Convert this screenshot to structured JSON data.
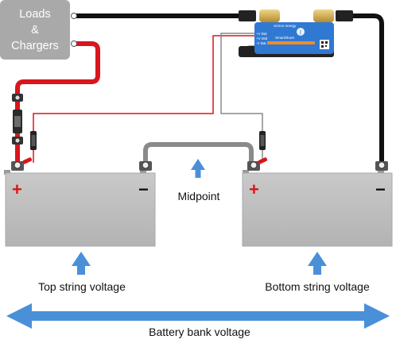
{
  "loads_box": {
    "line1": "Loads",
    "line2": "&",
    "line3": "Chargers"
  },
  "shunt": {
    "brand": "victron energy",
    "name": "SmartShunt",
    "pin1": "+V Bat",
    "pin2": "+V Mid",
    "pin3": "-V Bat"
  },
  "batteries": [
    {
      "plus": "+",
      "minus": "−"
    },
    {
      "plus": "+",
      "minus": "−"
    }
  ],
  "labels": {
    "midpoint": "Midpoint",
    "top_string": "Top string voltage",
    "bottom_string": "Bottom string voltage",
    "bank": "Battery bank voltage"
  },
  "colors": {
    "battery_fill": "#bdbdbd",
    "box_fill": "#a9a9a9",
    "red_cable": "#d8161b",
    "black_cable": "#111111",
    "gray_cable": "#8a8a8a",
    "arrow": "#4a90d9",
    "shunt_blue": "#2f79d2"
  }
}
